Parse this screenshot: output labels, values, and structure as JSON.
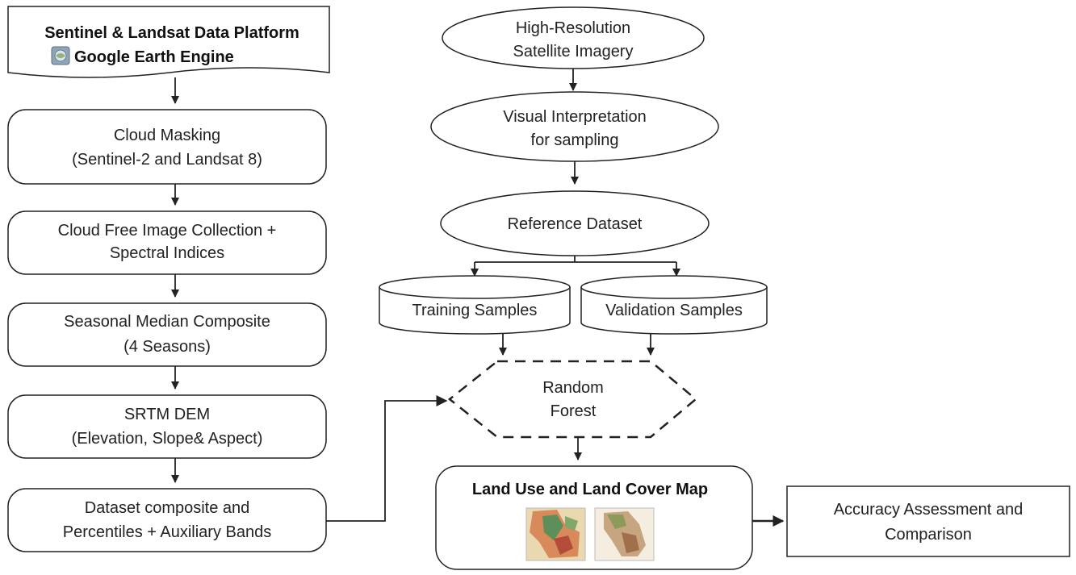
{
  "left_column": {
    "platform": {
      "line1": "Sentinel & Landsat Data Platform",
      "line2": "Google Earth Engine"
    },
    "cloud_masking": {
      "line1": "Cloud Masking",
      "line2": "(Sentinel-2 and Landsat 8)"
    },
    "cloud_free": {
      "line1": "Cloud Free Image Collection +",
      "line2": "Spectral Indices"
    },
    "seasonal": {
      "line1": "Seasonal Median Composite",
      "line2": "(4 Seasons)"
    },
    "srtm": {
      "line1": "SRTM DEM",
      "line2": "(Elevation, Slope& Aspect)"
    },
    "dataset": {
      "line1": "Dataset composite and",
      "line2": "Percentiles + Auxiliary Bands"
    }
  },
  "right_column": {
    "high_res": {
      "line1": "High-Resolution",
      "line2": "Satellite Imagery"
    },
    "visual": {
      "line1": "Visual Interpretation",
      "line2": "for sampling"
    },
    "reference": {
      "line1": "Reference Dataset"
    },
    "training": {
      "line1": "Training Samples"
    },
    "validation": {
      "line1": "Validation Samples"
    },
    "random_forest": {
      "line1": "Random",
      "line2": "Forest"
    },
    "lulc": {
      "line1": "Land Use and Land Cover Map"
    },
    "accuracy": {
      "line1": "Accuracy Assessment and",
      "line2": "Comparison"
    }
  },
  "icons": {
    "gee": "google-earth-engine-logo",
    "map1": "lulc-map-thumbnail",
    "map2": "lulc-map-thumbnail"
  },
  "colors": {
    "stroke": "#222222",
    "background": "#ffffff"
  }
}
